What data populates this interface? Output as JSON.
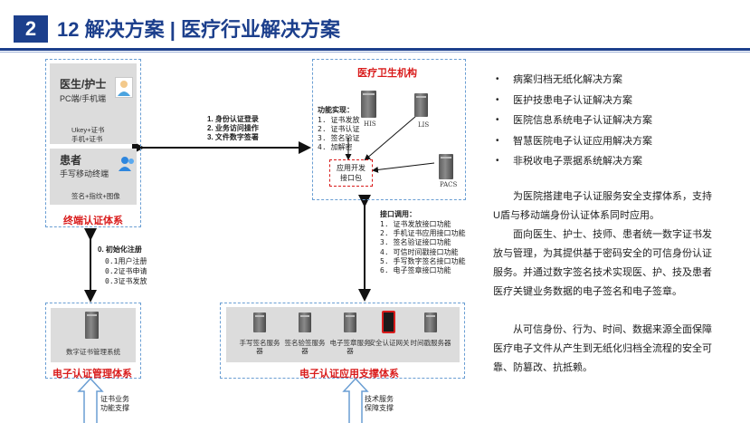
{
  "header": {
    "section_number": "2",
    "title": "12 解决方案 | 医疗行业解决方案"
  },
  "terminal": {
    "title": "终端认证体系",
    "doctor_title": "医生/护士",
    "doctor_sub": "PC端/手机端",
    "doctor_line1": "Ukey+证书",
    "doctor_line2": "手机+证书",
    "patient_title": "患者",
    "patient_sub": "手写移动终端",
    "patient_line": "签名+指纹+图像"
  },
  "link_terminal_org": {
    "l1": "1. 身份认证登录",
    "l2": "2. 业务访问操作",
    "l3": "3. 文件数字签署"
  },
  "org": {
    "title": "医疗卫生机构",
    "func_title": "功能实现：",
    "func1": "1. 证书发放",
    "func2": "2. 证书认证",
    "func3": "3. 签名验证",
    "func4": "4. 加解密",
    "his": "HIS",
    "lis": "LIS",
    "pacs": "PACS",
    "api_line1": "应用开发",
    "api_line2": "接口包"
  },
  "init_register": {
    "title": "0. 初始化注册",
    "l1": "0.1用户注册",
    "l2": "0.2证书申请",
    "l3": "0.3证书发放"
  },
  "interface": {
    "title": "接口调用：",
    "l1": "1. 证书发放接口功能",
    "l2": "2. 手机证书应用接口功能",
    "l3": "3. 签名验证接口功能",
    "l4": "4. 可信时间戳接口功能",
    "l5": "5. 手写数字签名接口功能",
    "l6": "6. 电子签章接口功能"
  },
  "ca_mgmt": {
    "title": "电子认证管理体系",
    "system": "数字证书管理系统",
    "support": "证书业务\n功能支撑"
  },
  "app_support": {
    "title": "电子认证应用支撑体系",
    "services": [
      "手写签名服务器",
      "签名验签服务器",
      "电子签章服务器",
      "安全认证网关",
      "时间戳服务器"
    ],
    "support": "技术服务\n保障支撑"
  },
  "bullets": [
    "病案归档无纸化解决方案",
    "医护技患电子认证解决方案",
    "医院信息系统电子认证解决方案",
    "智慧医院电子认证应用解决方案",
    "非税收电子票据系统解决方案"
  ],
  "paragraphs": [
    "为医院搭建电子认证服务安全支撑体系，支持U盾与移动端身份认证体系同时应用。",
    "面向医生、护士、技师、患者统一数字证书发放与管理，为其提供基于密码安全的可信身份认证服务。并通过数字签名技术实现医、护、技及患者医疗关键业务数据的电子签名和电子签章。",
    "从可信身份、行为、时间、数据来源全面保障医疗电子文件从产生到无纸化归档全流程的安全可靠、防篡改、抗抵赖。"
  ]
}
